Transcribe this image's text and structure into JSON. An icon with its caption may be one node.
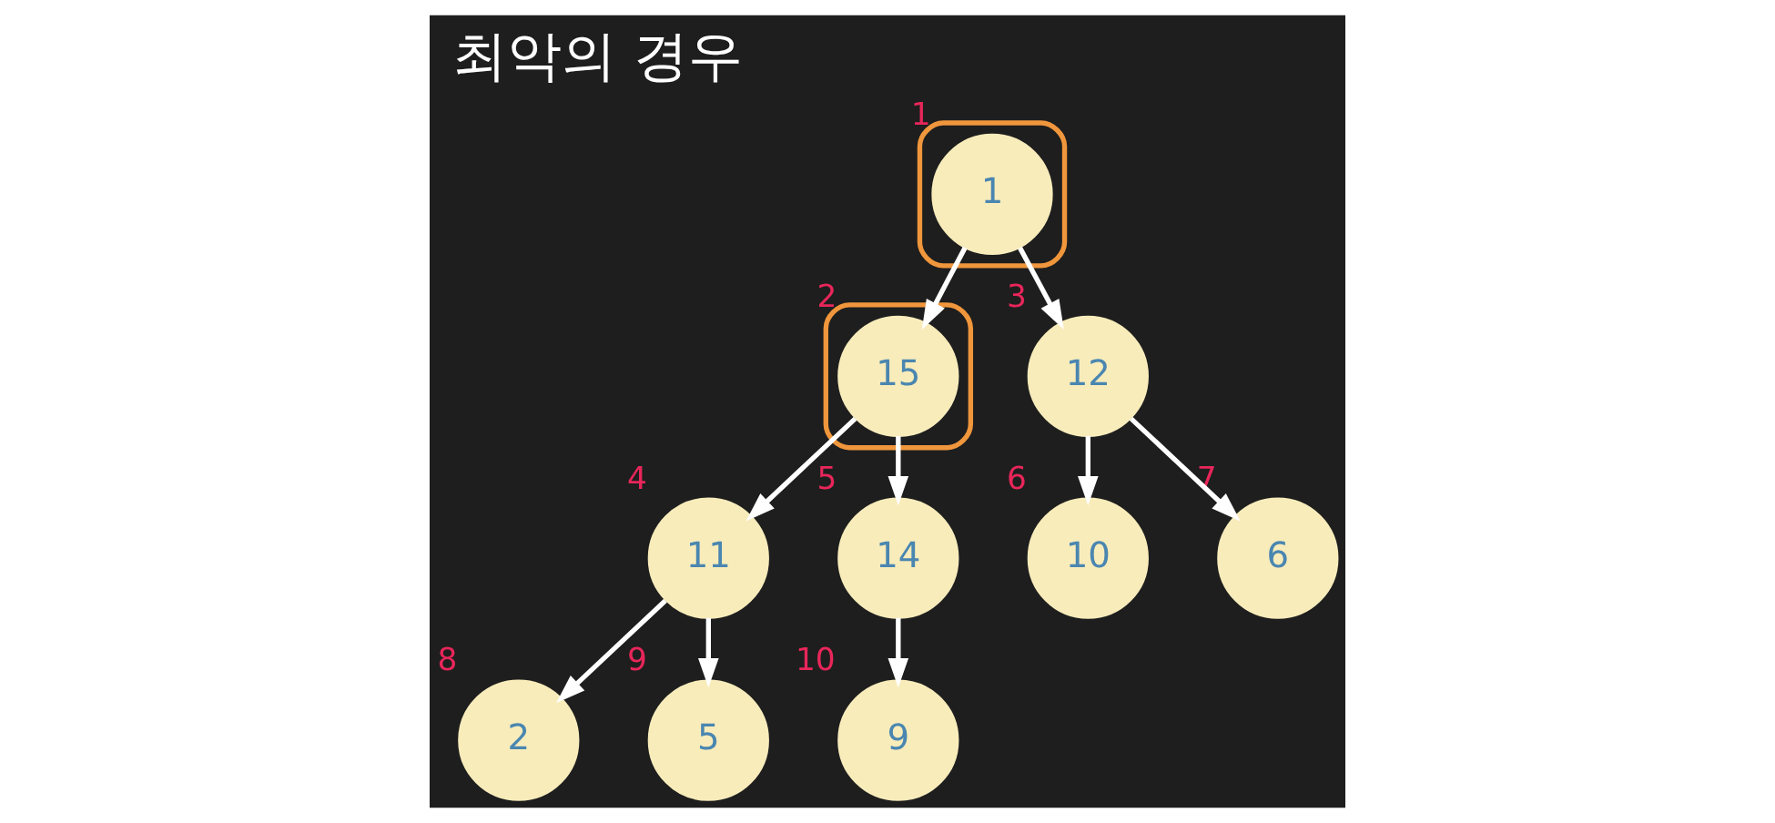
{
  "diagram": {
    "title": "최악의 경우",
    "nodes": [
      {
        "text": [],
        "shape": "box"
      },
      {
        "text": [
          "1"
        ],
        "in": 0,
        "beside": [
          "1"
        ]
      },
      {
        "text": [],
        "shape": "box"
      },
      {
        "text": [
          "15"
        ],
        "in": 2,
        "beside": [
          "2"
        ]
      },
      {
        "text": [
          "12"
        ],
        "beside": [
          "3"
        ]
      },
      {
        "text": [
          "11"
        ],
        "beside": [
          "4"
        ]
      },
      {
        "text": [
          "14"
        ],
        "beside": [
          "5"
        ]
      },
      {
        "text": [
          "10"
        ],
        "beside": [
          "6"
        ]
      },
      {
        "text": [
          "6"
        ],
        "beside": [
          "7"
        ]
      },
      {
        "text": [
          "2"
        ],
        "beside": [
          "8"
        ]
      },
      {
        "text": [
          "5"
        ],
        "beside": [
          "9"
        ]
      },
      {
        "text": [
          "9"
        ],
        "beside": [
          "10"
        ]
      }
    ],
    "edges": [
      {
        "from": 1,
        "to": 3,
        "arrow": "to"
      },
      {
        "from": 1,
        "to": 4,
        "arrow": "to"
      },
      {
        "from": 3,
        "to": 5,
        "arrow": "to"
      },
      {
        "from": 3,
        "to": 6,
        "arrow": "to"
      },
      {
        "from": 4,
        "to": 7,
        "arrow": "to"
      },
      {
        "from": 4,
        "to": 8,
        "arrow": "to"
      },
      {
        "from": 5,
        "to": 9,
        "arrow": "to"
      },
      {
        "from": 5,
        "to": 10,
        "arrow": "to"
      },
      {
        "from": 6,
        "to": 11,
        "arrow": "to"
      }
    ]
  }
}
